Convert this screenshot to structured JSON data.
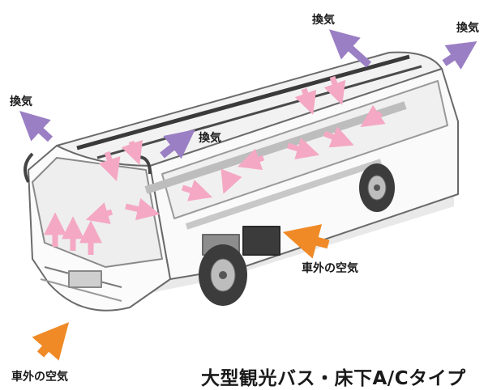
{
  "labels": {
    "exhaust": "換気",
    "outside_air": "車外の空気",
    "title": "大型観光バス・床下A/Cタイプ"
  },
  "colors": {
    "exhaust_arrow": "#9b7fc4",
    "airflow_arrow": "#f4a8c3",
    "intake_arrow": "#f08a26",
    "bus_outline": "#6a6a6a",
    "bus_shade": "#d9d9d9"
  }
}
